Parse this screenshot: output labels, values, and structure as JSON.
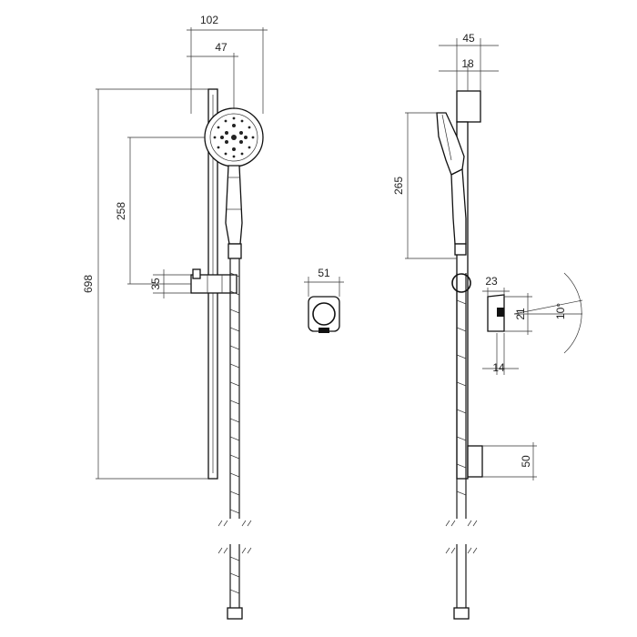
{
  "dimensions": {
    "overall_height": "698",
    "head_width": "102",
    "head_offset": "47",
    "slide_travel": "258",
    "slider_height": "35",
    "outlet_width": "51",
    "side_depth": "45",
    "side_rail_offset": "18",
    "side_head_height": "265",
    "outlet_depth": "23",
    "outlet_height": "21",
    "outlet_angle": "10°",
    "outlet_base": "14",
    "bracket_height": "50"
  }
}
